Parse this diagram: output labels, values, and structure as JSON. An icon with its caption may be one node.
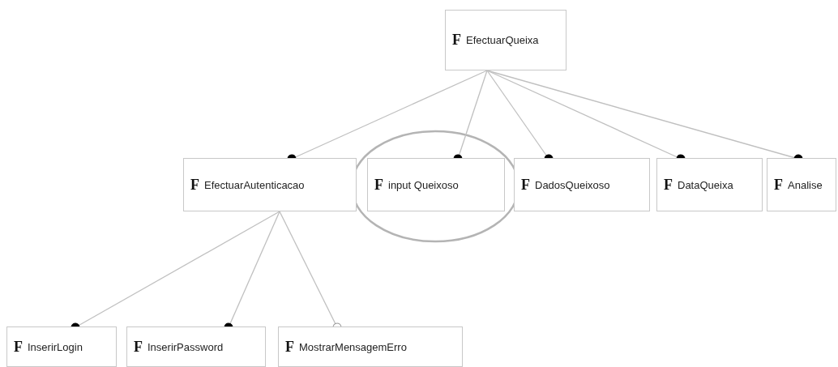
{
  "diagram": {
    "nodes": [
      {
        "text": [
          "F",
          "EfectuarQueixa"
        ]
      },
      {
        "text": [
          "F",
          "EfectuarAutenticacao"
        ]
      },
      {
        "text": [
          "F",
          "input Queixoso"
        ]
      },
      {
        "text": [
          "F",
          "DadosQueixoso"
        ]
      },
      {
        "text": [
          "F",
          "DataQueixa"
        ]
      },
      {
        "text": [
          "F",
          "Analise"
        ]
      },
      {
        "text": [
          "F",
          "InserirLogin"
        ]
      },
      {
        "text": [
          "F",
          "InserirPassword"
        ]
      },
      {
        "text": [
          "F",
          "MostrarMensagemErro"
        ]
      }
    ],
    "edges": [
      {
        "from": 0,
        "to": 1,
        "arrow": "other"
      },
      {
        "from": 0,
        "to": 2,
        "arrow": "other"
      },
      {
        "from": 0,
        "to": 3,
        "arrow": "other"
      },
      {
        "from": 0,
        "to": 4,
        "arrow": "other"
      },
      {
        "from": 0,
        "to": 5,
        "arrow": "other"
      },
      {
        "from": 1,
        "to": 6,
        "arrow": "other"
      },
      {
        "from": 1,
        "to": 7,
        "arrow": "other"
      },
      {
        "from": 1,
        "to": 8,
        "arrow": "other"
      }
    ]
  }
}
